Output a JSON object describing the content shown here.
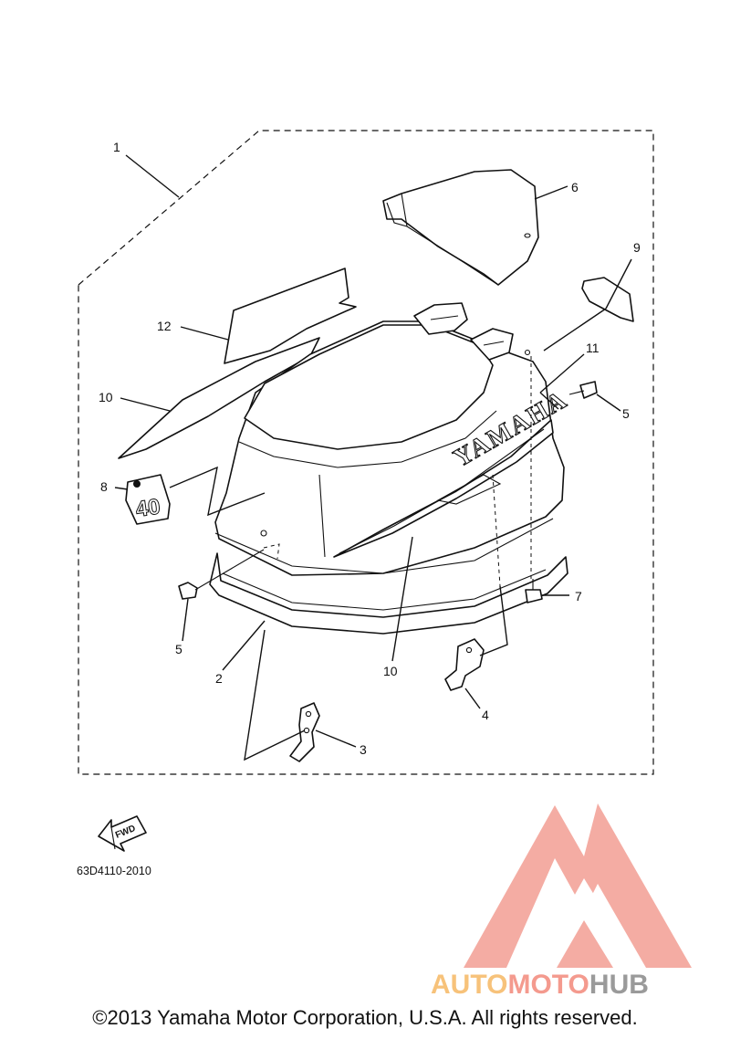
{
  "diagram": {
    "callouts": [
      "1",
      "2",
      "3",
      "4",
      "5",
      "5",
      "6",
      "7",
      "8",
      "9",
      "10",
      "10",
      "11",
      "12"
    ],
    "brand_text": "YAMAHA",
    "decal_model": "40",
    "fwd_label": "FWD",
    "drawing_code": "63D4110-2010"
  },
  "watermark": {
    "part1": "AUTO",
    "part2": "MOTO",
    "part3": "HUB",
    "colors": {
      "logo": "#f3a49a",
      "auto": "#f7c27a",
      "moto": "#f49a8e",
      "hub": "#9a9a9a"
    }
  },
  "footer": {
    "copyright": "©2013 Yamaha Motor Corporation, U.S.A. All rights reserved."
  }
}
